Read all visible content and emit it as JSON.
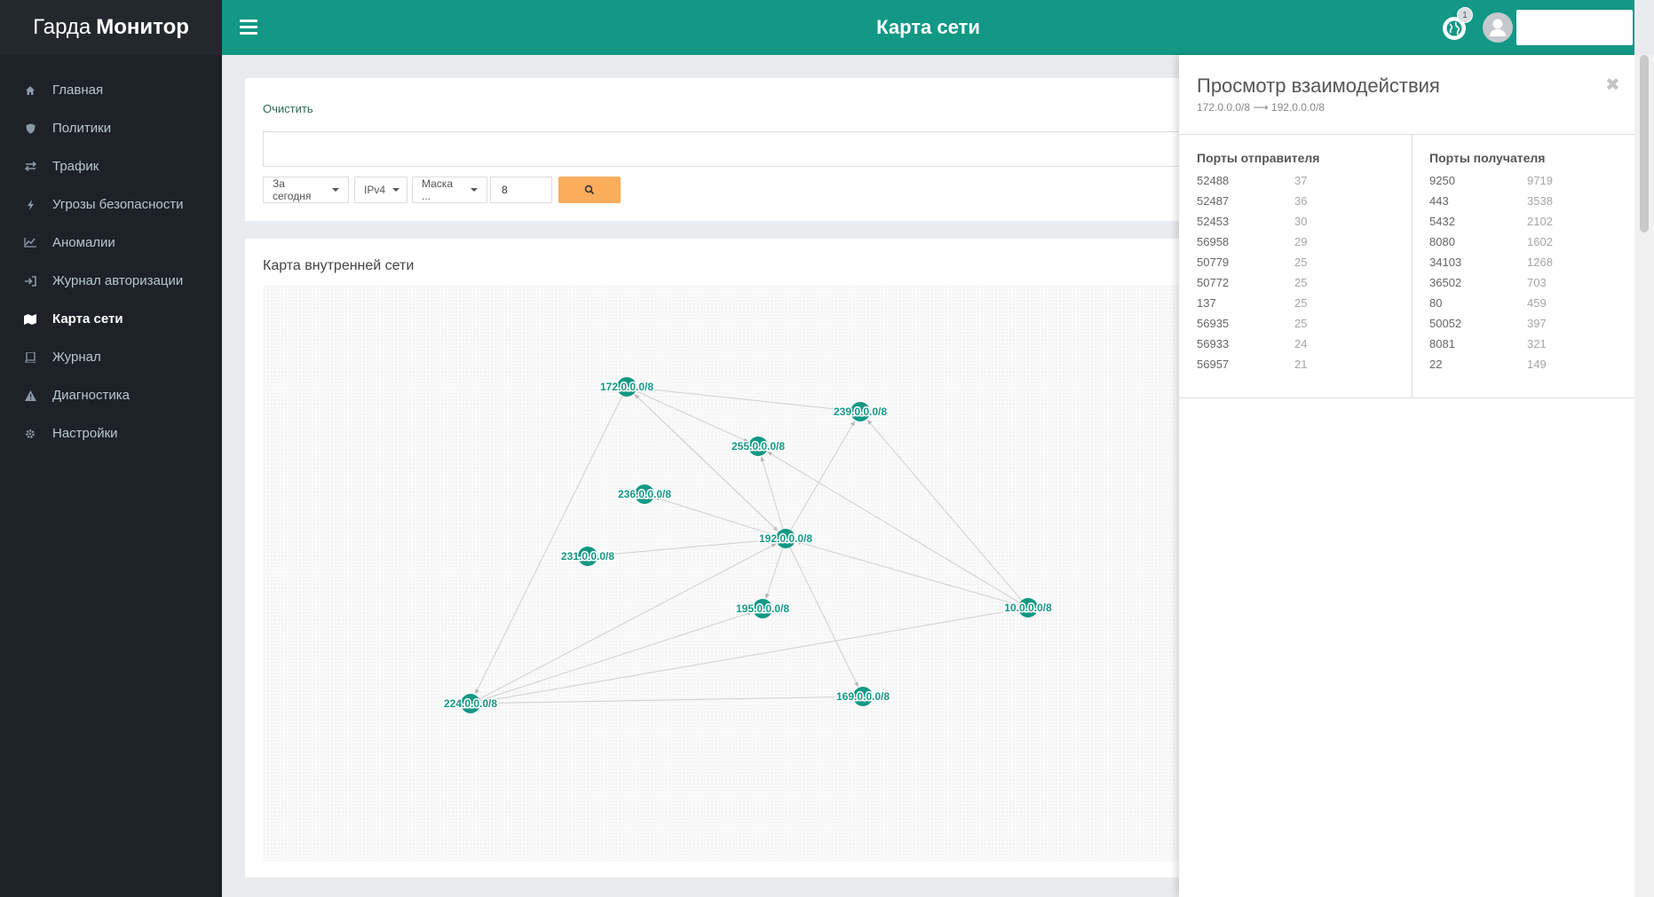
{
  "brand": {
    "light": "Гарда",
    "bold": "Монитор"
  },
  "sidebar": {
    "items": [
      {
        "label": "Главная",
        "icon": "home-icon"
      },
      {
        "label": "Политики",
        "icon": "shield-icon"
      },
      {
        "label": "Трафик",
        "icon": "exchange-icon"
      },
      {
        "label": "Угрозы безопасности",
        "icon": "bolt-icon"
      },
      {
        "label": "Аномалии",
        "icon": "line-chart-icon"
      },
      {
        "label": "Журнал авторизации",
        "icon": "sign-in-icon"
      },
      {
        "label": "Карта сети",
        "icon": "map-icon",
        "active": true
      },
      {
        "label": "Журнал",
        "icon": "book-icon"
      },
      {
        "label": "Диагностика",
        "icon": "warning-icon"
      },
      {
        "label": "Настройки",
        "icon": "gear-icon"
      }
    ]
  },
  "header": {
    "title": "Карта сети",
    "notifications": "1",
    "accent": "#129885"
  },
  "filters": {
    "clear_label": "Очистить",
    "period": "За сегодня",
    "ip_version": "IPv4",
    "mask_label": "Маска ...",
    "mask_value": "8"
  },
  "map": {
    "title": "Карта внутренней сети",
    "nodes": [
      "172.0.0.0/8",
      "239.0.0.0/8",
      "255.0.0.0/8",
      "236.0.0.0/8",
      "192.0.0.0/8",
      "231.0.0.0/8",
      "195.0.0.0/8",
      "10.0.0.0/8",
      "224.0.0.0/8",
      "169.0.0.0/8"
    ]
  },
  "panel": {
    "title": "Просмотр взаимодействия",
    "subtitle": "172.0.0.0/8 ⟶ 192.0.0.0/8",
    "sender_title": "Порты отправителя",
    "receiver_title": "Порты получателя",
    "sender_ports": [
      {
        "port": "52488",
        "count": "37"
      },
      {
        "port": "52487",
        "count": "36"
      },
      {
        "port": "52453",
        "count": "30"
      },
      {
        "port": "56958",
        "count": "29"
      },
      {
        "port": "50779",
        "count": "25"
      },
      {
        "port": "50772",
        "count": "25"
      },
      {
        "port": "137",
        "count": "25"
      },
      {
        "port": "56935",
        "count": "25"
      },
      {
        "port": "56933",
        "count": "24"
      },
      {
        "port": "56957",
        "count": "21"
      }
    ],
    "receiver_ports": [
      {
        "port": "9250",
        "count": "9719"
      },
      {
        "port": "443",
        "count": "3538"
      },
      {
        "port": "5432",
        "count": "2102"
      },
      {
        "port": "8080",
        "count": "1602"
      },
      {
        "port": "34103",
        "count": "1268"
      },
      {
        "port": "36502",
        "count": "703"
      },
      {
        "port": "80",
        "count": "459"
      },
      {
        "port": "50052",
        "count": "397"
      },
      {
        "port": "8081",
        "count": "321"
      },
      {
        "port": "22",
        "count": "149"
      }
    ]
  }
}
